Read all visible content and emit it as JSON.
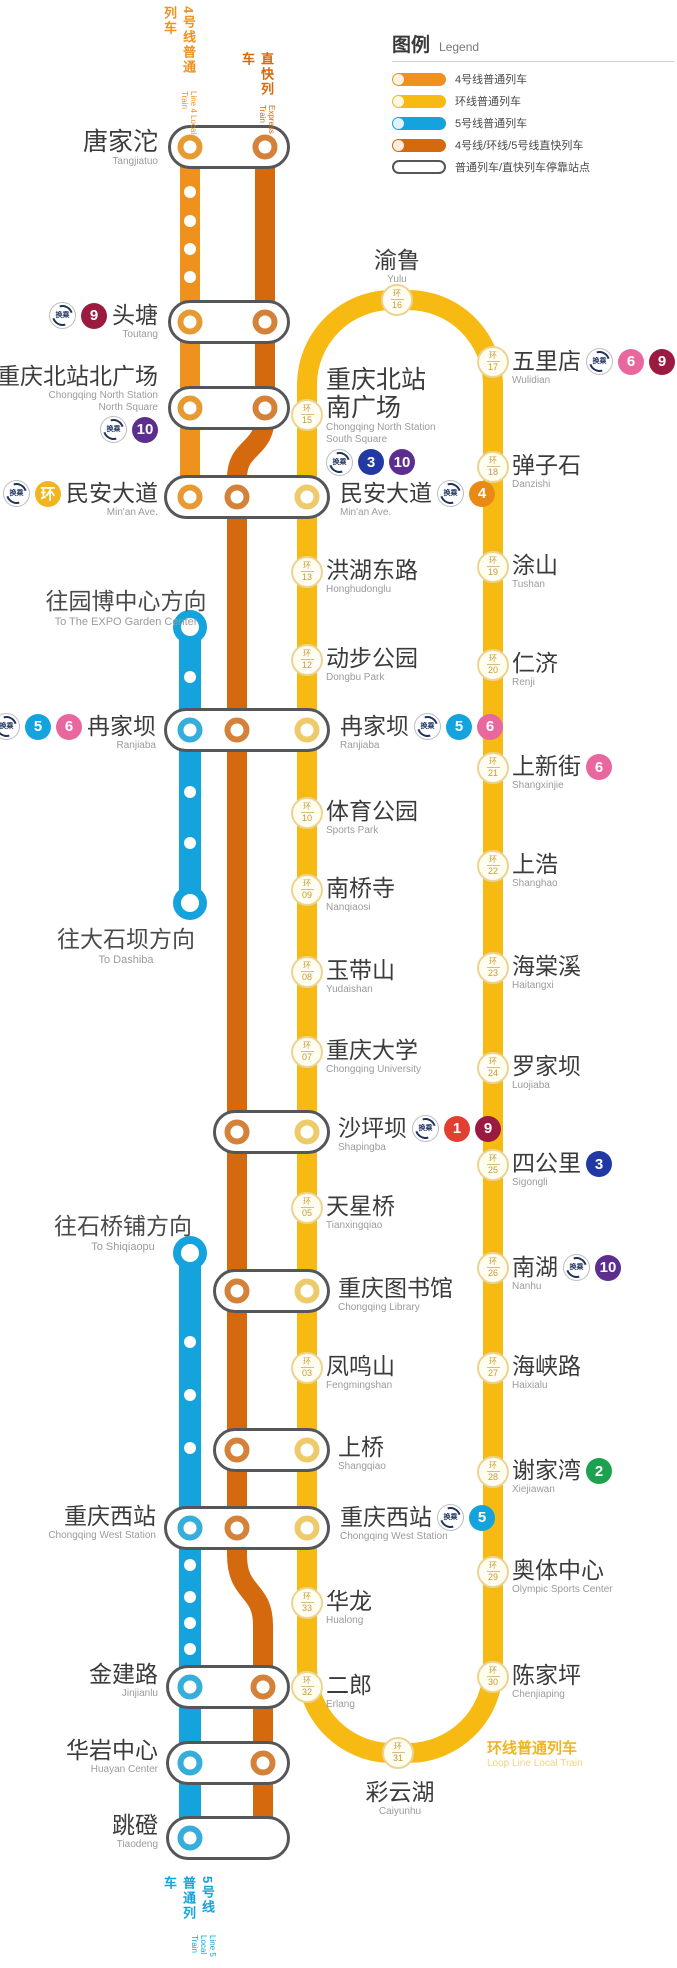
{
  "icons": {
    "transfer": "换乘",
    "ring": "环"
  },
  "colors": {
    "line4_local": "#EF921D",
    "loop_line": "#F6BA12",
    "line5_local": "#14A3DD",
    "express": "#D4690E",
    "line1": "#E23E31",
    "line2": "#1CA24F",
    "line3": "#2238A3",
    "line4": "#E98A17",
    "line5": "#14A3DD",
    "line6": "#E9679F",
    "line9": "#9A1B3F",
    "line10": "#5B2E90"
  },
  "legend": {
    "title_zh": "图例",
    "title_en": "Legend",
    "items": [
      "4号线普通列车",
      "环线普通列车",
      "5号线普通列车",
      "4号线/环线/5号线直快列车",
      "普通列车/直快列车停靠站点"
    ]
  },
  "line_labels": {
    "line4_zh": "4号线普通列车",
    "line4_en": "Line 4 Local Train",
    "express_zh": "直快列车",
    "express_en": "Express Train",
    "line5_zh": "5号线普通列车",
    "line5_en": "Line 5 Local Train",
    "loop_zh": "环线普通列车",
    "loop_en": "Loop Line Local Train"
  },
  "directions": {
    "expo_zh": "往园博中心方向",
    "expo_en": "To The EXPO Garden Center",
    "dashiba_zh": "往大石坝方向",
    "dashiba_en": "To Dashiba",
    "shiqiaopu_zh": "往石桥铺方向",
    "shiqiaopu_en": "To Shiqiaopu"
  },
  "stations": {
    "tangjiatuo": {
      "zh": "唐家沱",
      "en": "Tangjiatuo"
    },
    "toutang": {
      "zh": "头塘",
      "en": "Toutang",
      "line": "9"
    },
    "north_n": {
      "zh": "重庆北站北广场",
      "en1": "Chongqing North Station",
      "en2": "North Square",
      "line": "10"
    },
    "minan_l": {
      "zh": "民安大道",
      "en": "Min'an Ave.",
      "line": "环"
    },
    "minan_r": {
      "zh": "民安大道",
      "en": "Min'an Ave.",
      "line": "4"
    },
    "ranjiaba_l": {
      "zh": "冉家坝",
      "en": "Ranjiaba",
      "line1": "5",
      "line2": "6"
    },
    "ranjiaba_r": {
      "zh": "冉家坝",
      "en": "Ranjiaba",
      "line1": "5",
      "line2": "6"
    },
    "shapingba": {
      "zh": "沙坪坝",
      "en": "Shapingba",
      "line1": "1",
      "line2": "9"
    },
    "library": {
      "zh": "重庆图书馆",
      "en": "Chongqing Library"
    },
    "shangqiao": {
      "zh": "上桥",
      "en": "Shangqiao"
    },
    "west_l": {
      "zh": "重庆西站",
      "en": "Chongqing West Station"
    },
    "west_r": {
      "zh": "重庆西站",
      "en": "Chongqing West Station",
      "line": "5"
    },
    "jinjianlu": {
      "zh": "金建路",
      "en": "Jinjianlu"
    },
    "huayan": {
      "zh": "华岩中心",
      "en": "Huayan Center"
    },
    "tiaodeng": {
      "zh": "跳磴",
      "en": "Tiaodeng"
    },
    "south_s": {
      "zh1": "重庆北站",
      "zh2": "南广场",
      "en1": "Chongqing North Station",
      "en2": "South Square",
      "ring": "15",
      "line1": "3",
      "line2": "10"
    },
    "honghudonglu": {
      "zh": "洪湖东路",
      "en": "Honghudonglu",
      "ring": "13"
    },
    "dongbu": {
      "zh": "动步公园",
      "en": "Dongbu Park",
      "ring": "12"
    },
    "sportspark": {
      "zh": "体育公园",
      "en": "Sports Park",
      "ring": "10"
    },
    "nanqiaosi": {
      "zh": "南桥寺",
      "en": "Nanqiaosi",
      "ring": "09"
    },
    "yudaishan": {
      "zh": "玉带山",
      "en": "Yudaishan",
      "ring": "08"
    },
    "cqu": {
      "zh": "重庆大学",
      "en": "Chongqing University",
      "ring": "07"
    },
    "tianxingqiao": {
      "zh": "天星桥",
      "en": "Tianxingqiao",
      "ring": "05"
    },
    "fengmingshan": {
      "zh": "凤鸣山",
      "en": "Fengmingshan",
      "ring": "03"
    },
    "hualong": {
      "zh": "华龙",
      "en": "Hualong",
      "ring": "33"
    },
    "erlang": {
      "zh": "二郎",
      "en": "Erlang",
      "ring": "32"
    },
    "yulu": {
      "zh": "渝鲁",
      "en": "Yulu",
      "ring": "16"
    },
    "wulidian": {
      "zh": "五里店",
      "en": "Wulidian",
      "ring": "17",
      "line1": "6",
      "line2": "9"
    },
    "danzishi": {
      "zh": "弹子石",
      "en": "Danzishi",
      "ring": "18"
    },
    "tushan": {
      "zh": "涂山",
      "en": "Tushan",
      "ring": "19"
    },
    "renji": {
      "zh": "仁济",
      "en": "Renji",
      "ring": "20"
    },
    "shangxinjie": {
      "zh": "上新街",
      "en": "Shangxinjie",
      "ring": "21",
      "line": "6"
    },
    "shanghao": {
      "zh": "上浩",
      "en": "Shanghao",
      "ring": "22"
    },
    "haitangxi": {
      "zh": "海棠溪",
      "en": "Haitangxi",
      "ring": "23"
    },
    "luojiaba": {
      "zh": "罗家坝",
      "en": "Luojiaba",
      "ring": "24"
    },
    "sigongli": {
      "zh": "四公里",
      "en": "Sigongli",
      "ring": "25",
      "line": "3"
    },
    "nanhu": {
      "zh": "南湖",
      "en": "Nanhu",
      "ring": "26",
      "line": "10"
    },
    "haixialu": {
      "zh": "海峡路",
      "en": "Haixialu",
      "ring": "27"
    },
    "xiejiawan": {
      "zh": "谢家湾",
      "en": "Xiejiawan",
      "ring": "28",
      "line": "2"
    },
    "aoti": {
      "zh": "奥体中心",
      "en": "Olympic Sports Center",
      "ring": "29"
    },
    "chenjiaping": {
      "zh": "陈家坪",
      "en": "Chenjiaping",
      "ring": "30"
    },
    "caiyunhu": {
      "zh": "彩云湖",
      "en": "Caiyunhu",
      "ring": "31"
    }
  }
}
